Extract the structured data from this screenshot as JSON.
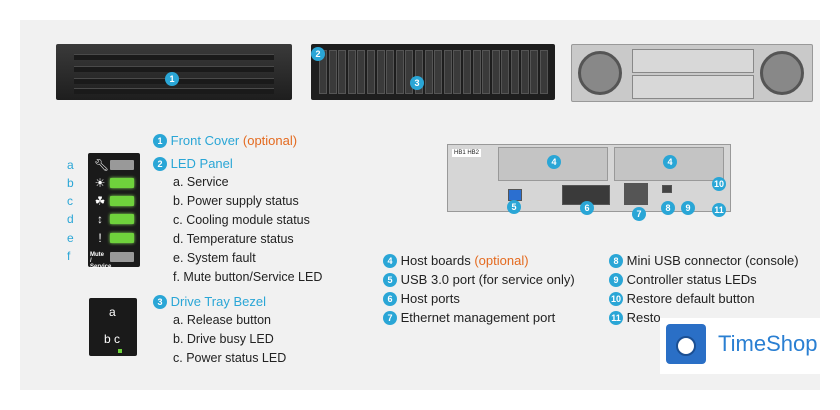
{
  "callouts": {
    "n1": "1",
    "n2": "2",
    "n3": "3",
    "n4": "4",
    "n5": "5",
    "n6": "6",
    "n7": "7",
    "n8": "8",
    "n9": "9",
    "n10": "10",
    "n11": "11"
  },
  "front": {
    "cover": {
      "num": "1",
      "label": "Front Cover",
      "optional": "(optional)"
    },
    "led_panel": {
      "num": "2",
      "label": "LED Panel",
      "items": [
        "a. Service",
        "b. Power supply status",
        "c. Cooling module status",
        "d. Temperature status",
        "e. System fault",
        "f.  Mute button/Service LED"
      ],
      "letters": [
        "a",
        "b",
        "c",
        "d",
        "e",
        "f"
      ],
      "mute_label": "Mute / Service"
    },
    "tray": {
      "num": "3",
      "label": "Drive Tray Bezel",
      "items": [
        "a. Release button",
        "b. Drive busy LED",
        "c. Power status LED"
      ],
      "letter_a": "a",
      "letter_bc": "b c"
    }
  },
  "rear": {
    "items_left": [
      {
        "num": "4",
        "label": "Host boards",
        "optional": "(optional)"
      },
      {
        "num": "5",
        "label": "USB 3.0 port (for service only)"
      },
      {
        "num": "6",
        "label": "Host ports"
      },
      {
        "num": "7",
        "label": "Ethernet management port"
      }
    ],
    "items_right": [
      {
        "num": "8",
        "label": "Mini USB connector (console)"
      },
      {
        "num": "9",
        "label": "Controller status LEDs"
      },
      {
        "num": "10",
        "label": "Restore default button"
      },
      {
        "num": "11",
        "label": "Resto"
      }
    ],
    "hb_label": "HB1 HB2"
  },
  "logo": {
    "text": "TimeShop",
    "accent": "#2a7fd2"
  },
  "colors": {
    "callout": "#2aa6d6",
    "optional": "#e46a1f",
    "led_green": "#6fd23c"
  }
}
